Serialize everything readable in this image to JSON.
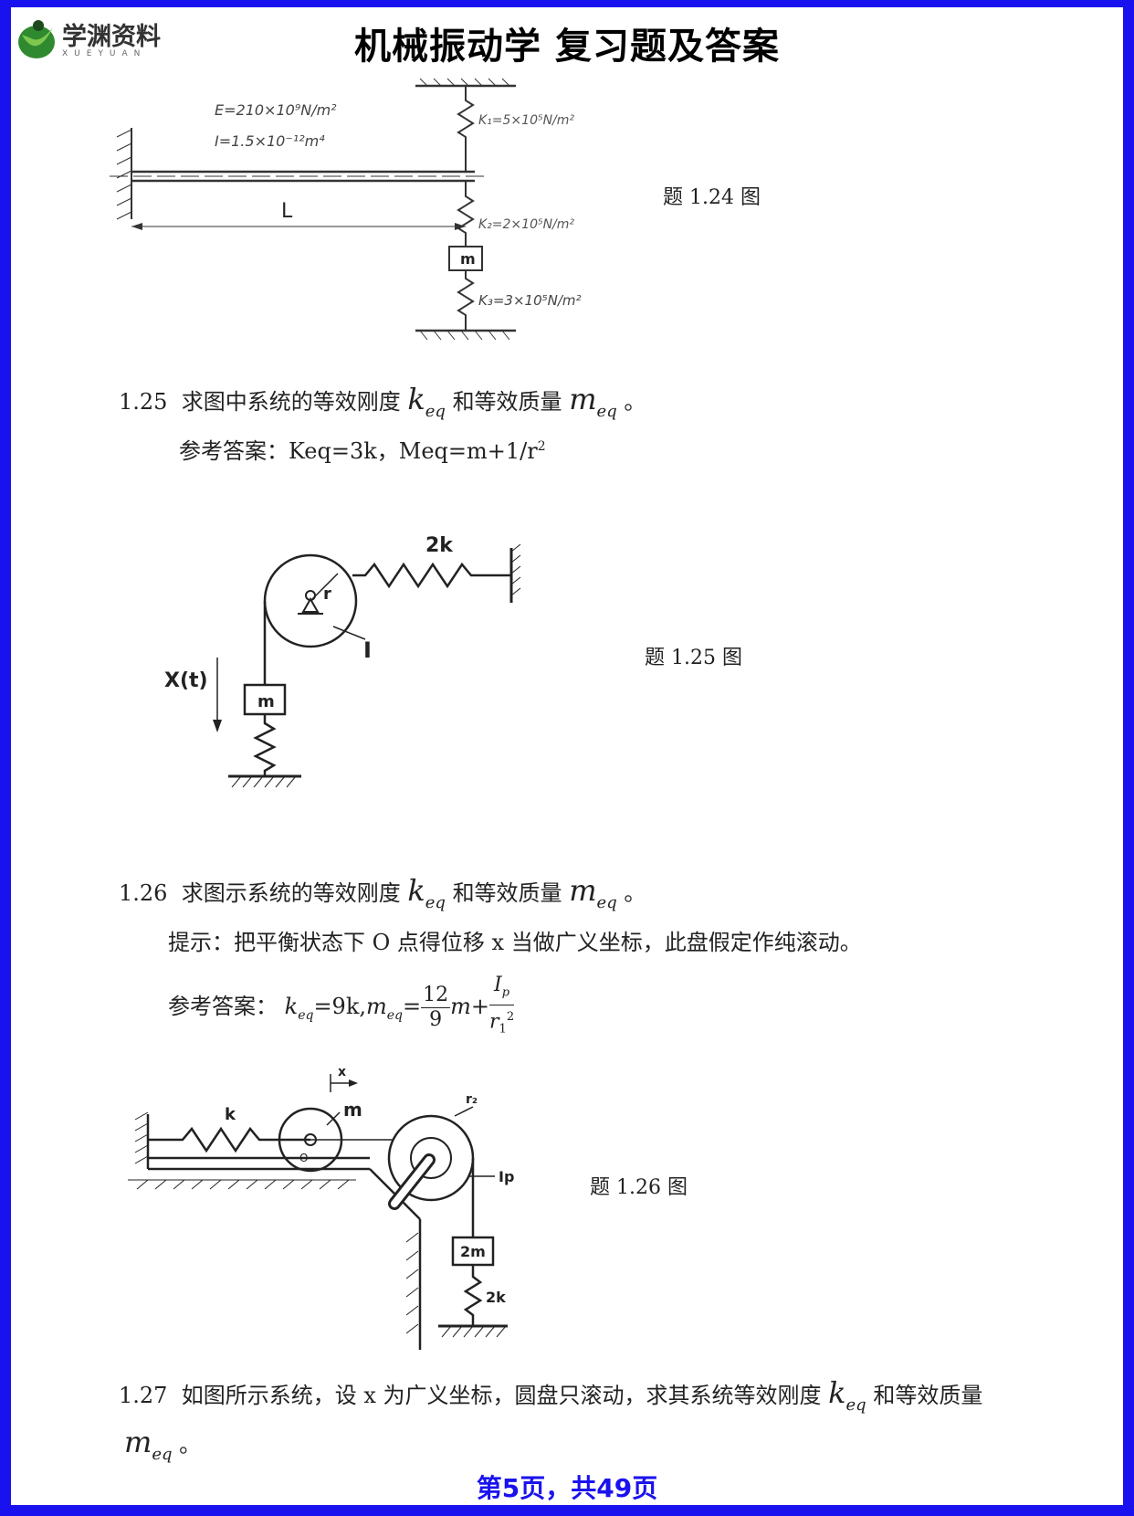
{
  "header": {
    "logo_text": "学渊资料",
    "logo_sub": "XUEYUAN",
    "title": "机械振动学 复习题及答案"
  },
  "fig124": {
    "E_label": "E=210×10⁹N/m²",
    "I_label": "I=1.5×10⁻¹²m⁴",
    "k1_label": "K₁=5×10⁵N/m²",
    "k2_label": "K₂=2×10⁵N/m²",
    "k3_label": "K₃=3×10⁵N/m²",
    "L_label": "L",
    "m_label": "m",
    "caption": "题 1.24 图"
  },
  "q125": {
    "number": "1.25",
    "text_a": "求图中系统的等效刚度",
    "text_b": "和等效质量",
    "k_sym": "k",
    "k_sub": "eq",
    "m_sym": "m",
    "m_sub": "eq",
    "end": "。",
    "answer_label": "参考答案：",
    "answer_value": "Keq=3k，Meq=m+1/r",
    "answer_sup": "2"
  },
  "fig125": {
    "spring_label": "2k",
    "r_label": "r",
    "I_label": "I",
    "x_label": "X(t)",
    "m_label": "m",
    "caption": "题 1.25 图"
  },
  "q126": {
    "number": "1.26",
    "text_a": "求图示系统的等效刚度",
    "text_b": "和等效质量",
    "end": "。",
    "hint": "提示：把平衡状态下 O 点得位移 x 当做广义坐标，此盘假定作纯滚动。",
    "answer_label": "参考答案：",
    "ans_keq": "=9k,",
    "ans_m": "m",
    "frac1_num": "12",
    "frac1_den": "9",
    "frac2_num": "I",
    "frac2_num_sub": "p",
    "frac2_den": "r",
    "frac2_den_sub": "1",
    "frac2_den_sup": "2"
  },
  "fig126": {
    "x_label": "x",
    "k_label": "k",
    "m_label": "m",
    "r2_label": "r₂",
    "ip_label": "Ip",
    "o_label": "O",
    "mass_label": "2m",
    "spring2_label": "2k",
    "caption": "题 1.26 图"
  },
  "q127": {
    "number": "1.27",
    "text_a": "如图所示系统，设 x 为广义坐标，圆盘只滚动，求其系统等效刚度",
    "text_b": "和等效质量",
    "end": "。"
  },
  "footer": {
    "page": "第5页，共49页"
  }
}
